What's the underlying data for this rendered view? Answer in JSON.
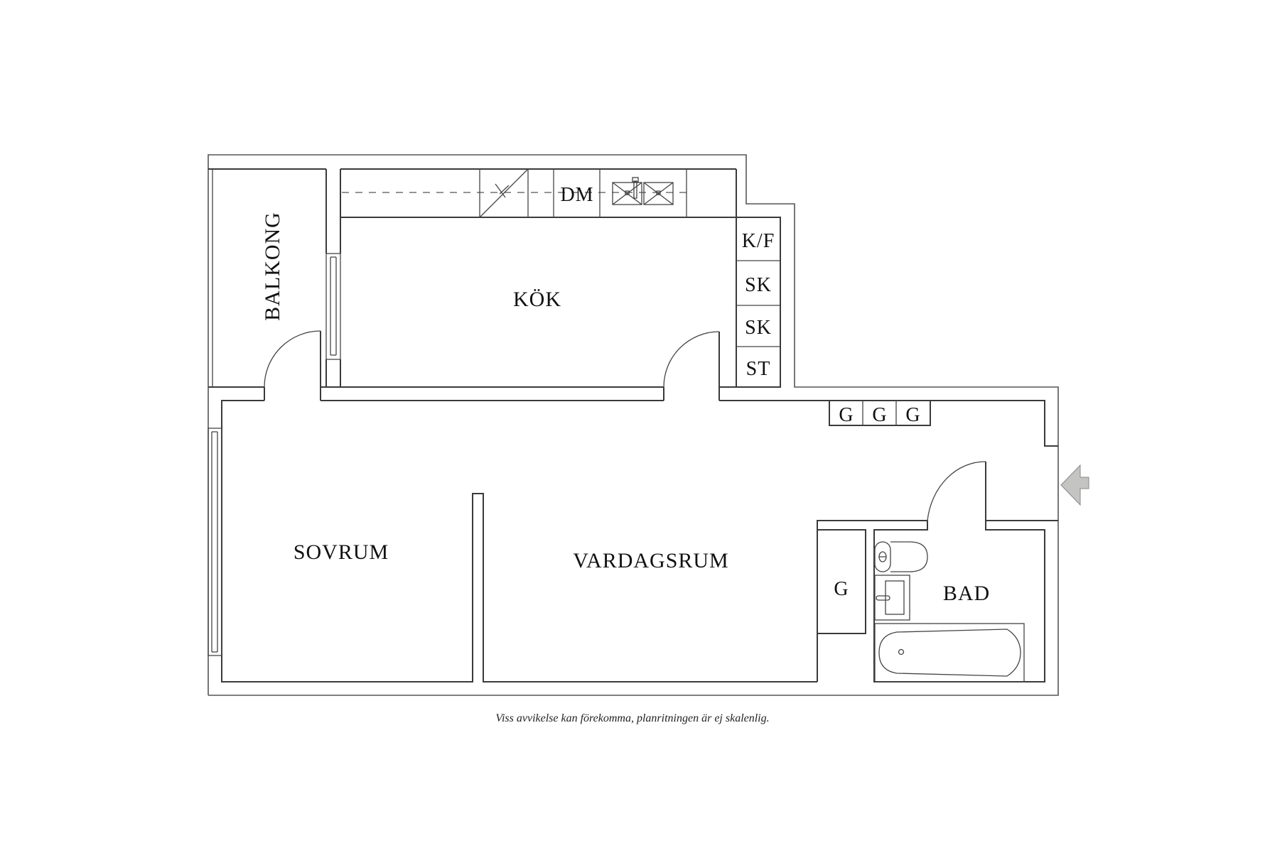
{
  "plan": {
    "rooms": {
      "balkong": "BALKONG",
      "kok": "KÖK",
      "sovrum": "SOVRUM",
      "vardagsrum": "VARDAGSRUM",
      "bad": "BAD"
    },
    "kitchen_fixtures": {
      "dishwasher": "DM",
      "column": [
        "K/F",
        "SK",
        "SK",
        "ST"
      ]
    },
    "hall_wardrobes": [
      "G",
      "G",
      "G"
    ],
    "closet": "G",
    "entrance_arrow_color": "#c4c4c2",
    "wall_color": "#3a3a3a"
  },
  "footer": {
    "disclaimer": "Viss avvikelse kan förekomma, planritningen är ej skalenlig."
  }
}
